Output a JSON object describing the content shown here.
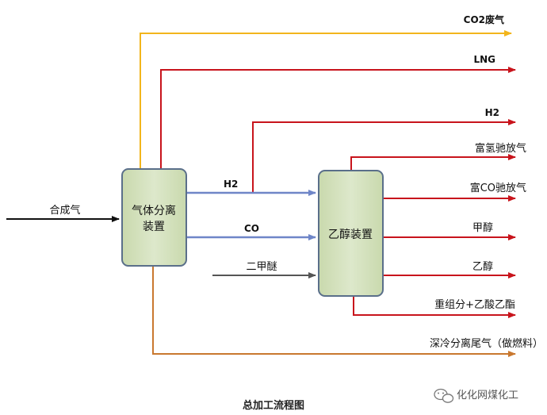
{
  "units": {
    "gas_separation": {
      "line1": "气体分离",
      "line2": "装置"
    },
    "ethanol_unit": {
      "label": "乙醇装置"
    }
  },
  "inputs": {
    "syngas": "合成气",
    "dme": "二甲醚"
  },
  "intermediate": {
    "h2": "H2",
    "co": "CO"
  },
  "outputs": {
    "co2_waste": "CO2废气",
    "lng": "LNG",
    "h2_product": "H2",
    "h2_rich_purge": "富氢驰放气",
    "co_rich_purge": "富CO驰放气",
    "methanol": "甲醇",
    "ethanol": "乙醇",
    "heavy_fraction": "重组分+乙酸乙酯",
    "tail_gas": "深冷分离尾气（做燃料）"
  },
  "caption": "总加工流程图",
  "watermark": "化化网煤化工",
  "colors": {
    "co2": "#f2b51c",
    "product": "#c8141c",
    "internal": "#6f86c8",
    "input": "#111111",
    "dme": "#555555",
    "tail": "#c9782f",
    "box_fill": "#d6e3c0",
    "box_stroke": "#5a6f8a"
  }
}
